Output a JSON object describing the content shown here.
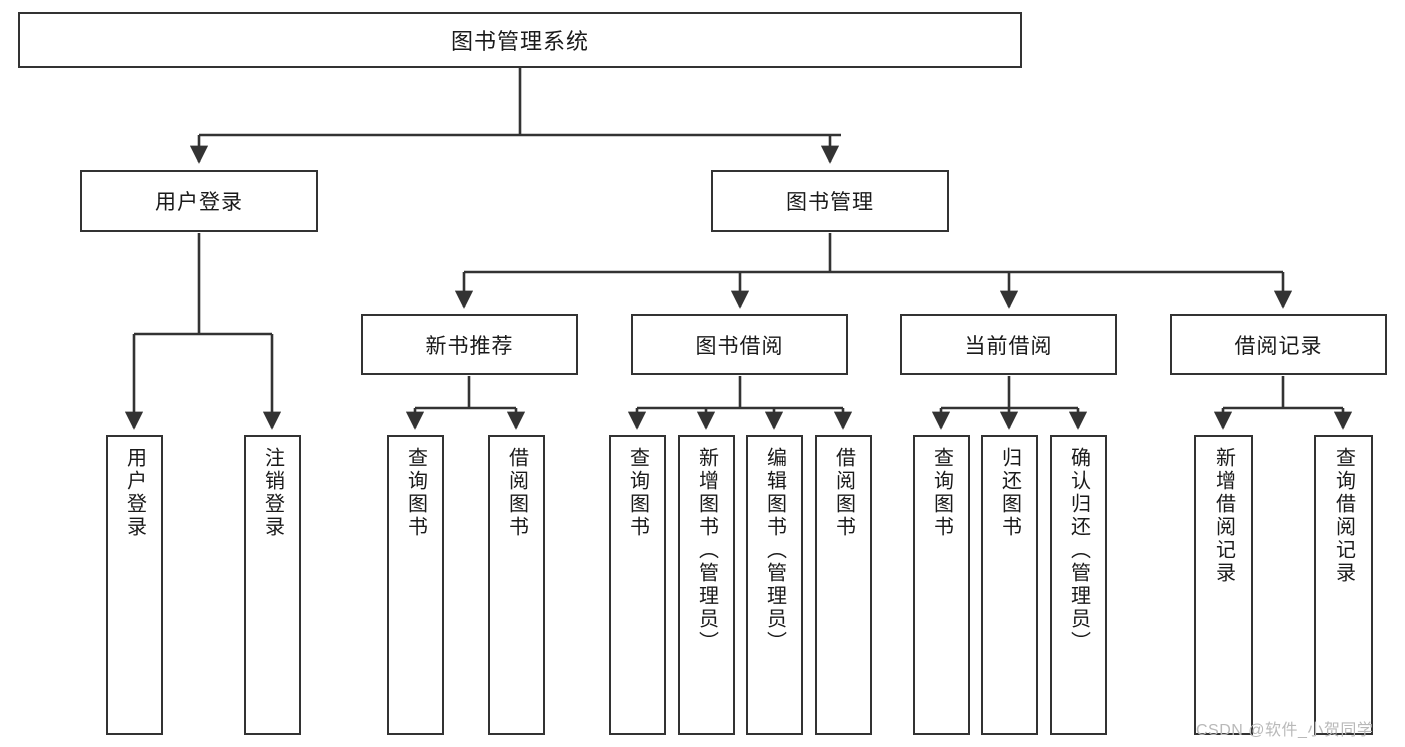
{
  "diagram": {
    "type": "tree-hierarchy",
    "title": "图书管理系统",
    "root": {
      "id": "root",
      "label": "图书管理系统",
      "orientation": "horizontal"
    },
    "level2": [
      {
        "id": "user-login",
        "label": "用户登录",
        "orientation": "horizontal"
      },
      {
        "id": "book-management",
        "label": "图书管理",
        "orientation": "horizontal"
      }
    ],
    "level3": [
      {
        "id": "new-book-recommend",
        "label": "新书推荐",
        "orientation": "horizontal",
        "parent": "book-management"
      },
      {
        "id": "book-borrow",
        "label": "图书借阅",
        "orientation": "horizontal",
        "parent": "book-management"
      },
      {
        "id": "current-borrow",
        "label": "当前借阅",
        "orientation": "horizontal",
        "parent": "book-management"
      },
      {
        "id": "borrow-record",
        "label": "借阅记录",
        "orientation": "horizontal",
        "parent": "book-management"
      }
    ],
    "leaves": [
      {
        "id": "leaf-user-login",
        "label": "用户登录",
        "parent": "user-login"
      },
      {
        "id": "leaf-logout-login",
        "label": "注销登录",
        "parent": "user-login"
      },
      {
        "id": "leaf-query-book-1",
        "label": "查询图书",
        "parent": "new-book-recommend"
      },
      {
        "id": "leaf-borrow-book-1",
        "label": "借阅图书",
        "parent": "new-book-recommend"
      },
      {
        "id": "leaf-query-book-2",
        "label": "查询图书",
        "parent": "book-borrow"
      },
      {
        "id": "leaf-add-book",
        "label": "新增图书（管理员）",
        "parent": "book-borrow"
      },
      {
        "id": "leaf-edit-book",
        "label": "编辑图书（管理员）",
        "parent": "book-borrow"
      },
      {
        "id": "leaf-borrow-book-2",
        "label": "借阅图书",
        "parent": "book-borrow"
      },
      {
        "id": "leaf-query-book-3",
        "label": "查询图书",
        "parent": "current-borrow"
      },
      {
        "id": "leaf-return-book",
        "label": "归还图书",
        "parent": "current-borrow"
      },
      {
        "id": "leaf-confirm-return",
        "label": "确认归还（管理员）",
        "parent": "current-borrow"
      },
      {
        "id": "leaf-add-record",
        "label": "新增借阅记录",
        "parent": "borrow-record"
      },
      {
        "id": "leaf-query-record",
        "label": "查询借阅记录",
        "parent": "borrow-record"
      }
    ],
    "colors": {
      "border": "#333333",
      "background": "#ffffff",
      "text": "#1a1a1a",
      "connector": "#333333",
      "watermark": "#b9b9b9"
    }
  },
  "watermark": {
    "text": "CSDN @软件_小贺同学"
  }
}
